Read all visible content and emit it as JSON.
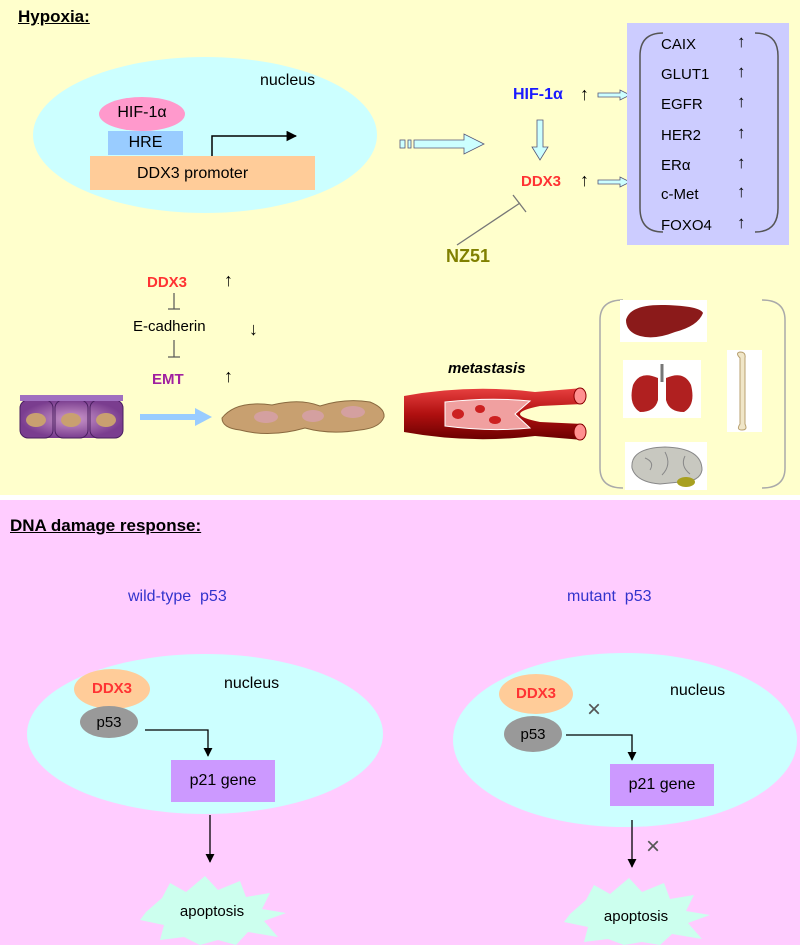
{
  "hypoxia": {
    "title": "Hypoxia:",
    "nucleus_label": "nucleus",
    "hif_label": "HIF-1α",
    "hre_label": "HRE",
    "promoter_label": "DDX3 promoter",
    "hif_main": "HIF-1α",
    "ddx3_main": "DDX3",
    "inhibitor": "NZ51",
    "up_arrow": "↑",
    "down_arrow": "↓",
    "targets": [
      "CAIX",
      "GLUT1",
      "EGFR",
      "HER2",
      "ERα",
      "c-Met",
      "FOXO4"
    ],
    "emt_chain": {
      "ddx3": "DDX3",
      "ecadherin": "E-cadherin",
      "emt": "EMT"
    },
    "metastasis_label": "metastasis"
  },
  "dna_damage": {
    "title": "DNA damage response:",
    "left": {
      "heading": "wild-type  p53",
      "ddx3": "DDX3",
      "p53": "p53",
      "nucleus": "nucleus",
      "gene": "p21 gene",
      "outcome": "apoptosis"
    },
    "right": {
      "heading": "mutant  p53",
      "ddx3": "DDX3",
      "p53": "p53",
      "nucleus": "nucleus",
      "gene": "p21 gene",
      "outcome": "apoptosis",
      "block_mark": "×"
    }
  },
  "colors": {
    "hypoxia_bg": "#ffffcc",
    "dna_bg": "#ffccff",
    "nucleus_fill": "#ccffff",
    "hif_red": "#ff3333",
    "hif_blue": "#1a1aff",
    "emt_purple": "#a020a0",
    "nz51": "#808000",
    "gene_box": "#cc99ff",
    "target_box": "#ccccff"
  }
}
